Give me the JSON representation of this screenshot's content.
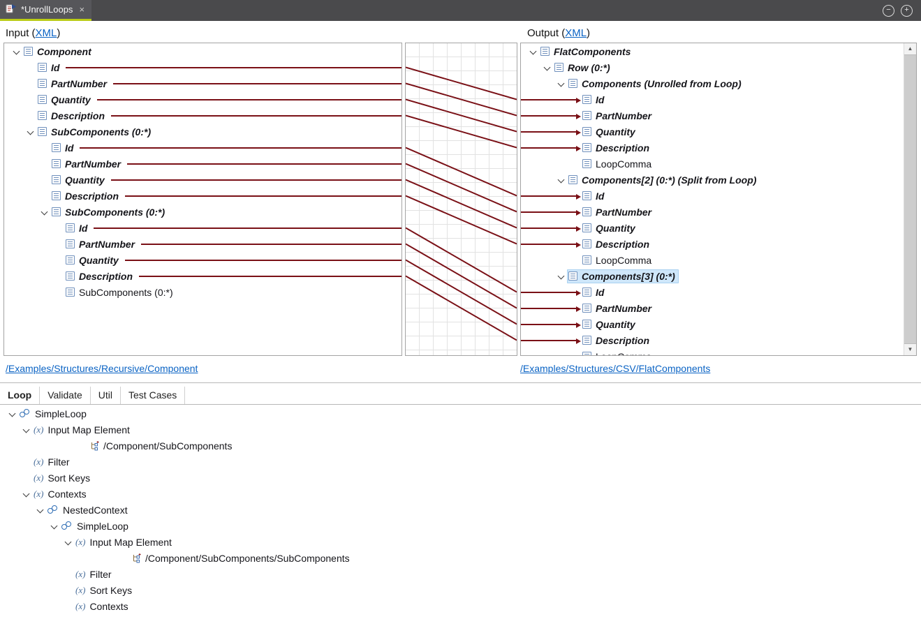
{
  "titlebar": {
    "tab_label": "*UnrollLoops"
  },
  "icons": {
    "close": "×",
    "collapse": "−",
    "expand": "+",
    "fx": "(x)",
    "scroll_up": "▲",
    "scroll_down": "▼"
  },
  "headers": {
    "input_prefix": "Input (",
    "input_link": "XML",
    "input_suffix": ")",
    "output_prefix": "Output (",
    "output_link": "XML",
    "output_suffix": ")"
  },
  "links": {
    "input_path": "/Examples/Structures/Recursive/Component",
    "output_path": "/Examples/Structures/CSV/FlatComponents"
  },
  "colors": {
    "mapping_line": "#7a1016",
    "accent_underline": "#bacc16",
    "link": "#0a63c4",
    "selection": "#cfe7fa",
    "titlebar_bg": "#4a4a4c"
  },
  "input_tree": {
    "rows": [
      {
        "label": "Component",
        "level": 0,
        "chev": true,
        "bold": true
      },
      {
        "label": "Id",
        "level": 1,
        "bold": true,
        "line": true
      },
      {
        "label": "PartNumber",
        "level": 1,
        "bold": true,
        "line": true
      },
      {
        "label": "Quantity",
        "level": 1,
        "bold": true,
        "line": true
      },
      {
        "label": "Description",
        "level": 1,
        "bold": true,
        "line": true
      },
      {
        "label": "SubComponents (0:*)",
        "level": 1,
        "chev": true,
        "bold": true
      },
      {
        "label": "Id",
        "level": 2,
        "bold": true,
        "line": true
      },
      {
        "label": "PartNumber",
        "level": 2,
        "bold": true,
        "line": true
      },
      {
        "label": "Quantity",
        "level": 2,
        "bold": true,
        "line": true
      },
      {
        "label": "Description",
        "level": 2,
        "bold": true,
        "line": true
      },
      {
        "label": "SubComponents (0:*)",
        "level": 2,
        "chev": true,
        "bold": true
      },
      {
        "label": "Id",
        "level": 3,
        "bold": true,
        "line": true
      },
      {
        "label": "PartNumber",
        "level": 3,
        "bold": true,
        "line": true
      },
      {
        "label": "Quantity",
        "level": 3,
        "bold": true,
        "line": true
      },
      {
        "label": "Description",
        "level": 3,
        "bold": true,
        "line": true
      },
      {
        "label": "SubComponents (0:*)",
        "level": 3,
        "bold": false
      }
    ]
  },
  "output_tree": {
    "rows": [
      {
        "label": "FlatComponents",
        "level": 0,
        "chev": true,
        "bold": true
      },
      {
        "label": "Row (0:*)",
        "level": 1,
        "chev": true,
        "bold": true
      },
      {
        "label": "Components (Unrolled from Loop)",
        "level": 2,
        "chev": true,
        "bold": true
      },
      {
        "label": "Id",
        "level": 3,
        "bold": true,
        "arrow": true
      },
      {
        "label": "PartNumber",
        "level": 3,
        "bold": true,
        "arrow": true
      },
      {
        "label": "Quantity",
        "level": 3,
        "bold": true,
        "arrow": true
      },
      {
        "label": "Description",
        "level": 3,
        "bold": true,
        "arrow": true
      },
      {
        "label": "LoopComma",
        "level": 3,
        "bold": false
      },
      {
        "label": "Components[2] (0:*) (Split from Loop)",
        "level": 2,
        "chev": true,
        "bold": true
      },
      {
        "label": "Id",
        "level": 3,
        "bold": true,
        "arrow": true
      },
      {
        "label": "PartNumber",
        "level": 3,
        "bold": true,
        "arrow": true
      },
      {
        "label": "Quantity",
        "level": 3,
        "bold": true,
        "arrow": true
      },
      {
        "label": "Description",
        "level": 3,
        "bold": true,
        "arrow": true
      },
      {
        "label": "LoopComma",
        "level": 3,
        "bold": false
      },
      {
        "label": "Components[3] (0:*)",
        "level": 2,
        "chev": true,
        "bold": true,
        "selected": true
      },
      {
        "label": "Id",
        "level": 3,
        "bold": true,
        "arrow": true
      },
      {
        "label": "PartNumber",
        "level": 3,
        "bold": true,
        "arrow": true
      },
      {
        "label": "Quantity",
        "level": 3,
        "bold": true,
        "arrow": true
      },
      {
        "label": "Description",
        "level": 3,
        "bold": true,
        "arrow": true
      },
      {
        "label": "LoopComma",
        "level": 3,
        "bold": false
      }
    ]
  },
  "mappings": {
    "lines": [
      {
        "from": 34.5,
        "to": 80.5
      },
      {
        "from": 57.5,
        "to": 103.5
      },
      {
        "from": 80.5,
        "to": 126.5
      },
      {
        "from": 103.5,
        "to": 149.5
      },
      {
        "from": 149.5,
        "to": 218.5
      },
      {
        "from": 172.5,
        "to": 241.5
      },
      {
        "from": 195.5,
        "to": 264.5
      },
      {
        "from": 218.5,
        "to": 287.5
      },
      {
        "from": 264.5,
        "to": 356.5
      },
      {
        "from": 287.5,
        "to": 379.5
      },
      {
        "from": 310.5,
        "to": 402.5
      },
      {
        "from": 333.5,
        "to": 425.5
      }
    ]
  },
  "bottom": {
    "tabs": [
      "Loop",
      "Validate",
      "Util",
      "Test Cases"
    ],
    "active_tab": "Loop",
    "tree": [
      {
        "label": "SimpleLoop",
        "level": 0,
        "chev": true,
        "icon": "loop"
      },
      {
        "label": "Input Map Element",
        "level": 1,
        "chev": true,
        "icon": "fx"
      },
      {
        "label": "/Component/SubComponents",
        "level": 5,
        "icon": "path"
      },
      {
        "label": "Filter",
        "level": 1,
        "icon": "fx"
      },
      {
        "label": "Sort Keys",
        "level": 1,
        "icon": "fx"
      },
      {
        "label": "Contexts",
        "level": 1,
        "chev": true,
        "icon": "fx"
      },
      {
        "label": "NestedContext",
        "level": 2,
        "chev": true,
        "icon": "loop"
      },
      {
        "label": "SimpleLoop",
        "level": 3,
        "chev": true,
        "icon": "loop"
      },
      {
        "label": "Input Map Element",
        "level": 4,
        "chev": true,
        "icon": "fx"
      },
      {
        "label": "/Component/SubComponents/SubComponents",
        "level": 8,
        "icon": "path"
      },
      {
        "label": "Filter",
        "level": 4,
        "icon": "fx"
      },
      {
        "label": "Sort Keys",
        "level": 4,
        "icon": "fx"
      },
      {
        "label": "Contexts",
        "level": 4,
        "icon": "fx"
      }
    ]
  }
}
